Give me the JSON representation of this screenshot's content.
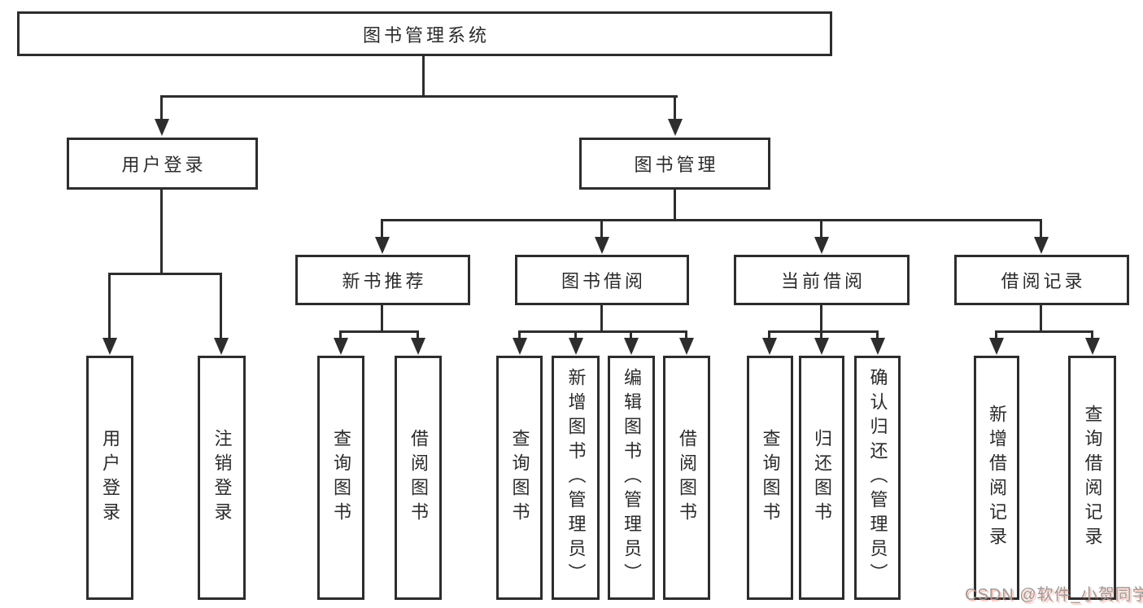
{
  "diagram": {
    "tree": {
      "label": "图书管理系统",
      "children": [
        {
          "label": "用户登录",
          "children": [
            {
              "label": "用户登录"
            },
            {
              "label": "注销登录"
            }
          ]
        },
        {
          "label": "图书管理",
          "children": [
            {
              "label": "新书推荐",
              "children": [
                {
                  "label": "查询图书"
                },
                {
                  "label": "借阅图书"
                }
              ]
            },
            {
              "label": "图书借阅",
              "children": [
                {
                  "label": "查询图书"
                },
                {
                  "label": "新增图书（管理员）"
                },
                {
                  "label": "编辑图书（管理员）"
                },
                {
                  "label": "借阅图书"
                }
              ]
            },
            {
              "label": "当前借阅",
              "children": [
                {
                  "label": "查询图书"
                },
                {
                  "label": "归还图书"
                },
                {
                  "label": "确认归还（管理员）"
                }
              ]
            },
            {
              "label": "借阅记录",
              "children": [
                {
                  "label": "新增借阅记录"
                },
                {
                  "label": "查询借阅记录"
                }
              ]
            }
          ]
        }
      ]
    }
  },
  "watermark": {
    "text": "CSDN @软件_小贺同学"
  },
  "colors": {
    "line": "#2d2d2d",
    "text": "#2b2b2b",
    "watermark_text": "#9b9b9b",
    "watermark_shadow": "#fc5531",
    "background": "#ffffff"
  }
}
